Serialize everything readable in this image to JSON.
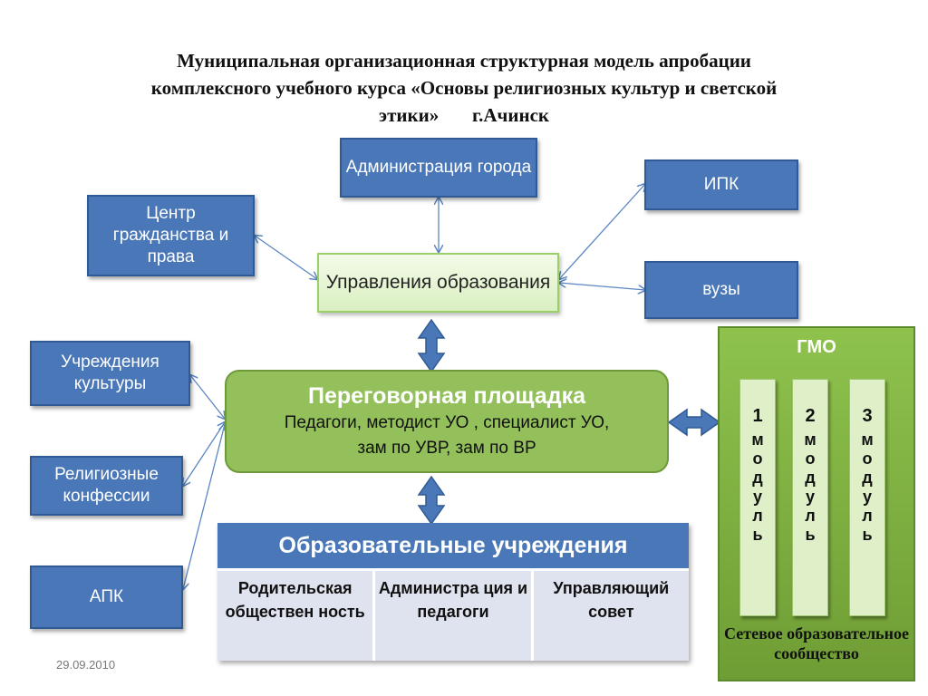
{
  "title": {
    "line1": "Муниципальная организационная структурная модель апробации",
    "line2": "комплексного учебного курса «Основы религиозных культур и светской",
    "line3": "этики»       г.Ачинск"
  },
  "nodes": {
    "admin_city": "Администрация города",
    "ipk": "ИПК",
    "center_civic": "Центр гражданства и права",
    "edu_dept": "Управления образования",
    "universities": "вузы",
    "culture": "Учреждения культуры",
    "religion": "Религиозные конфессии",
    "apk": "АПК"
  },
  "hub": {
    "title": "Переговорная площадка",
    "subtitle_line1": "Педагоги, методист УО , специалист УО,",
    "subtitle_line2": "зам по УВР, зам по ВР"
  },
  "institutions": {
    "header": "Образовательные учреждения",
    "cells": [
      "Родительская обществен ность",
      "Администра ция и педагоги",
      "Управляющий совет"
    ]
  },
  "gmo": {
    "title": "ГМО",
    "modules": [
      {
        "digit": "1",
        "word": "модуль"
      },
      {
        "digit": "2",
        "word": "модуль"
      },
      {
        "digit": "3",
        "word": "модуль"
      }
    ],
    "caption": "Сетевое образовательное сообщество"
  },
  "date": "29.09.2010",
  "colors": {
    "blue": "#4a77b8",
    "green": "#93c05a",
    "arrow": "#3f6fb0"
  }
}
